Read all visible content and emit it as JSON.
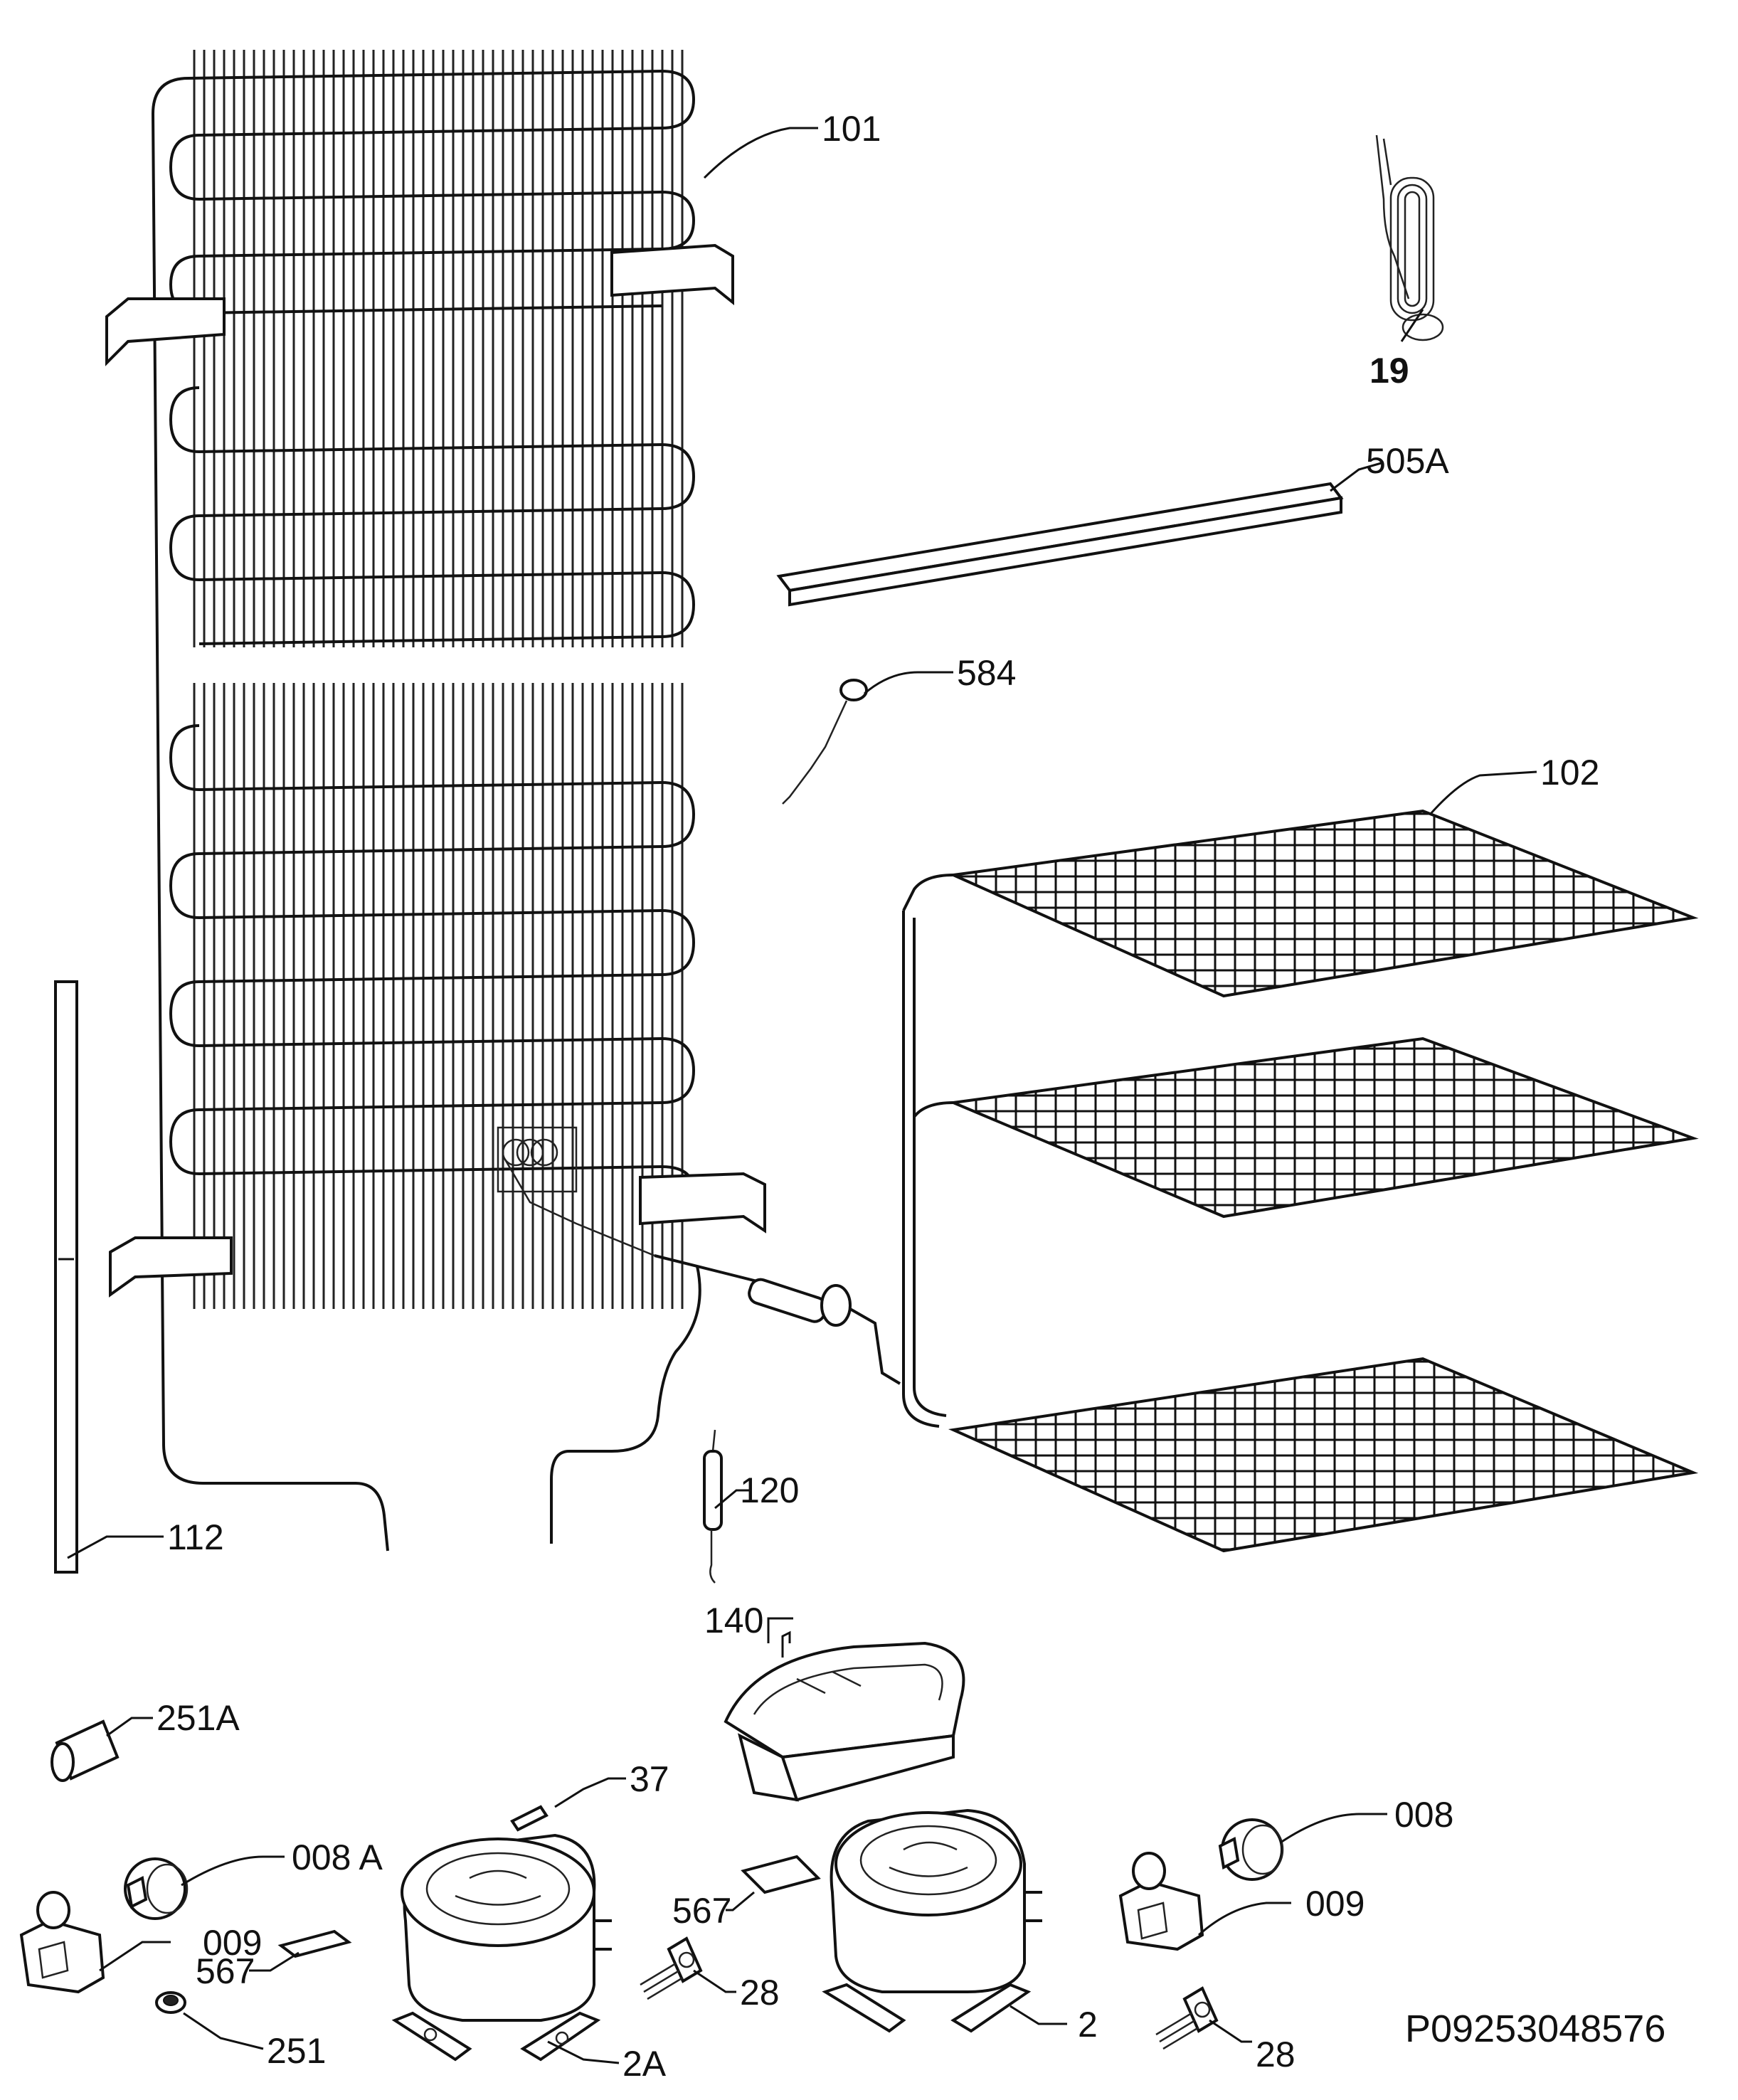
{
  "diagram": {
    "code": "P09253048576",
    "labels": {
      "l101": "101",
      "l19": "19",
      "l505a": "505A",
      "l584": "584",
      "l102": "102",
      "l112": "112",
      "l120": "120",
      "l140": "140",
      "l251a": "251A",
      "l37": "37",
      "l008a": "008 A",
      "l008": "008",
      "l009_left": "009",
      "l009_right": "009",
      "l567_left": "567",
      "l567_mid": "567",
      "l28_left": "28",
      "l28_right": "28",
      "l251": "251",
      "l2a": "2A",
      "l2": "2"
    }
  }
}
